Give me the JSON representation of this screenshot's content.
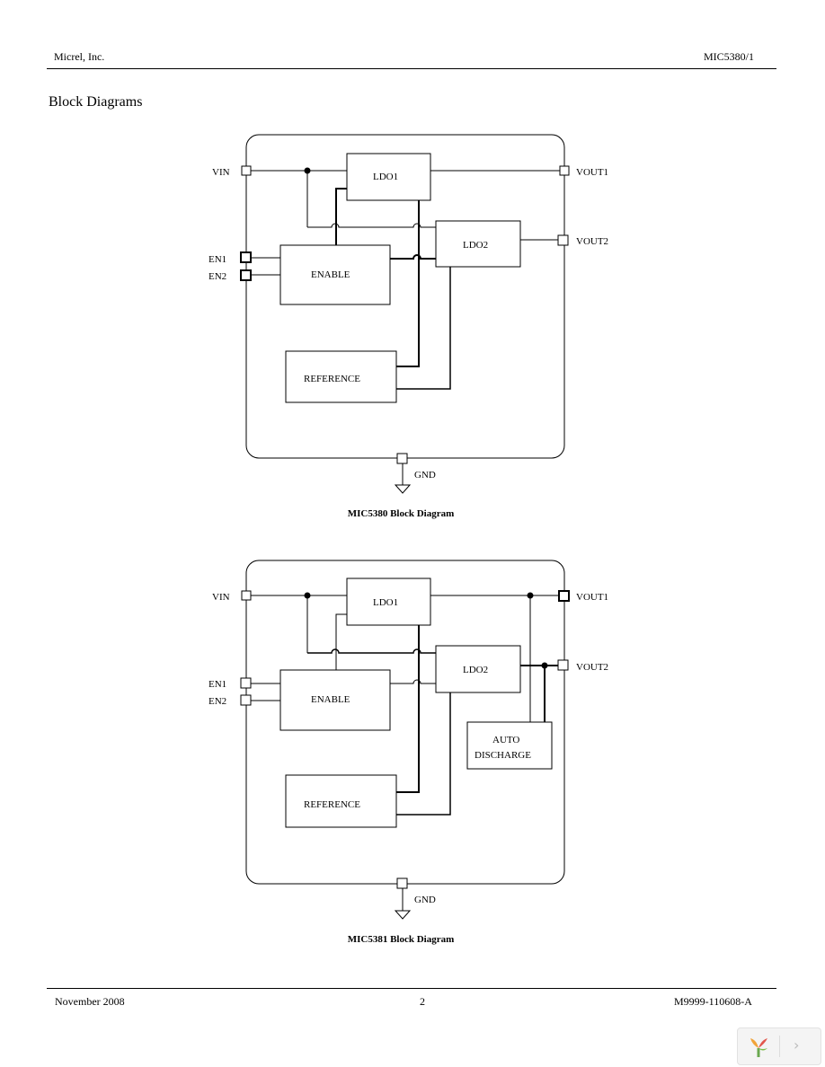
{
  "header": {
    "left": "Micrel, Inc.",
    "right": "MIC5380/1"
  },
  "section_title": "Block Diagrams",
  "diagrams": [
    {
      "caption": "MIC5380 Block Diagram",
      "pins": {
        "vin": "VIN",
        "en1": "EN1",
        "en2": "EN2",
        "vout1": "VOUT1",
        "vout2": "VOUT2",
        "gnd": "GND"
      },
      "blocks": {
        "ldo1": "LDO1",
        "ldo2": "LDO2",
        "enable": "ENABLE",
        "reference": "REFERENCE"
      }
    },
    {
      "caption": "MIC5381 Block Diagram",
      "pins": {
        "vin": "VIN",
        "en1": "EN1",
        "en2": "EN2",
        "vout1": "VOUT1",
        "vout2": "VOUT2",
        "gnd": "GND"
      },
      "blocks": {
        "ldo1": "LDO1",
        "ldo2": "LDO2",
        "enable": "ENABLE",
        "reference": "REFERENCE",
        "auto_line1": "AUTO",
        "auto_line2": "DISCHARGE"
      }
    }
  ],
  "footer": {
    "left": "November 2008",
    "center": "2",
    "right": "M9999-110608-A"
  },
  "nav": {
    "logo_icon": "viewer-logo-icon",
    "next_icon": "chevron-right-icon",
    "next_glyph": "›"
  }
}
